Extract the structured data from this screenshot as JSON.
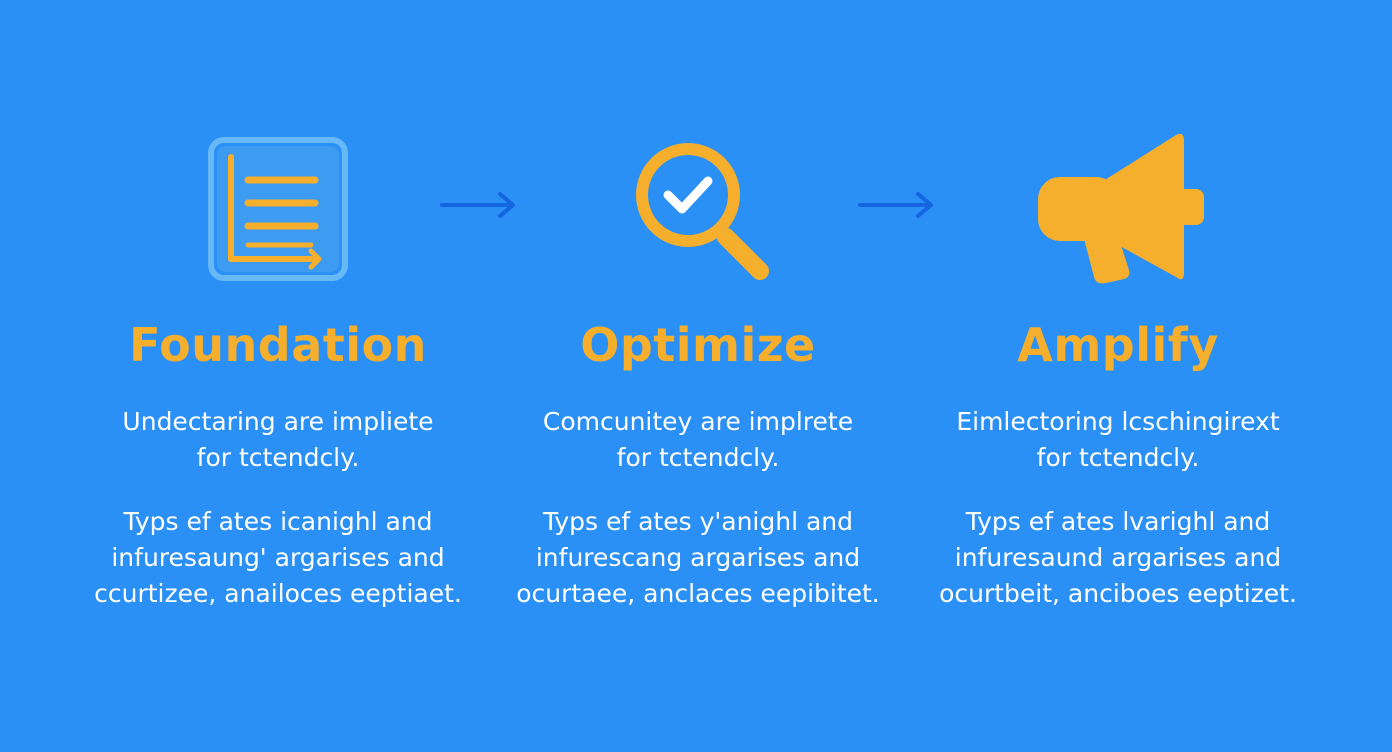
{
  "colors": {
    "background": "#2a90f5",
    "accent": "#f6ae2d",
    "arrow": "#1565e0",
    "text": "#ffffff"
  },
  "steps": [
    {
      "icon": "document-list-icon",
      "title": "Foundation",
      "lines": [
        "Undectaring are impliete",
        "for tctendcly.",
        "Typs ef ates icanighl and",
        "infuresaung' argarises and",
        "ccurtizee, anailoces eeptiaet."
      ]
    },
    {
      "icon": "magnifier-check-icon",
      "title": "Optimize",
      "lines": [
        "Comcunitey are implrete",
        "for tctendcly.",
        "Typs ef ates y'anighl and",
        "infurescang argarises and",
        "ocurtaee, anclaces eepibitet."
      ]
    },
    {
      "icon": "megaphone-icon",
      "title": "Amplify",
      "lines": [
        "Eimlectoring lcschingirext",
        "for tctendcly.",
        "Typs ef ates lvarighl and",
        "infuresaund argarises and",
        "ocurtbeit, ancibоes eeptizet."
      ]
    }
  ]
}
